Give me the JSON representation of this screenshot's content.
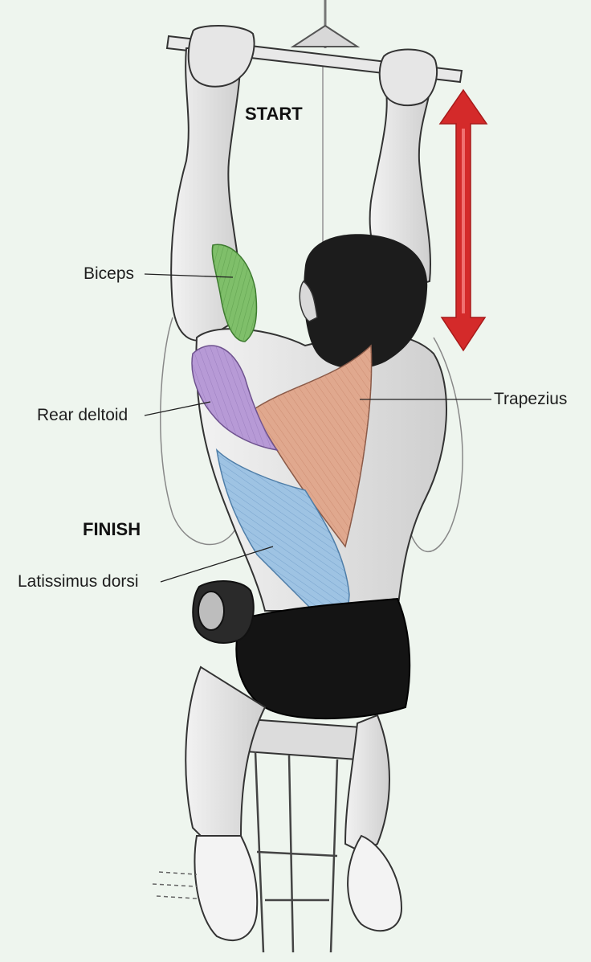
{
  "phases": {
    "start": "START",
    "finish": "FINISH"
  },
  "labels": {
    "biceps": "Biceps",
    "rear_deltoid": "Rear deltoid",
    "trapezius": "Trapezius",
    "latissimus_dorsi": "Latissimus dorsi"
  },
  "colors": {
    "background": "#eef5ee",
    "biceps": "#7fbf6a",
    "rear_deltoid": "#b79ad6",
    "trapezius": "#e0a88e",
    "latissimus_dorsi": "#9ec3e3",
    "arrow": "#d42a2a",
    "shorts": "#141414",
    "hair": "#1c1c1c"
  }
}
